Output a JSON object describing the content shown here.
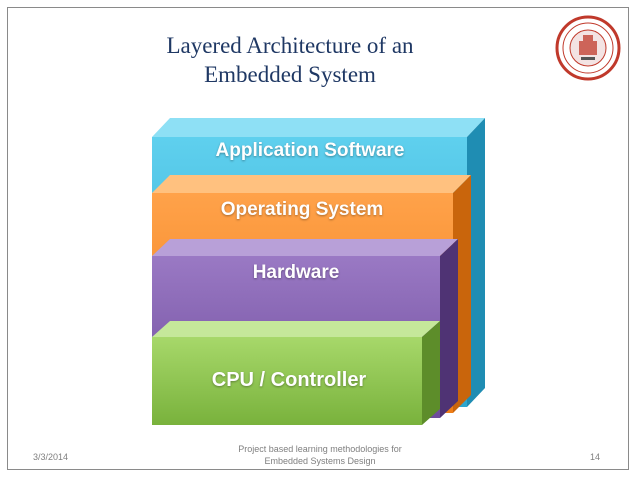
{
  "slide": {
    "title_line1": "Layered Architecture of an",
    "title_line2": "Embedded System"
  },
  "layers": [
    {
      "label": "Application Software",
      "color": "#45c0e0"
    },
    {
      "label": "Operating System",
      "color": "#f7922e"
    },
    {
      "label": "Hardware",
      "color": "#8561b0"
    },
    {
      "label": "CPU / Controller",
      "color": "#8bc34a"
    }
  ],
  "logo": {
    "icon": "university-seal-icon",
    "color": "#c0392b"
  },
  "footer": {
    "date": "3/3/2014",
    "center_line1": "Project based learning methodologies for",
    "center_line2": "Embedded Systems Design",
    "page_number": "14"
  }
}
